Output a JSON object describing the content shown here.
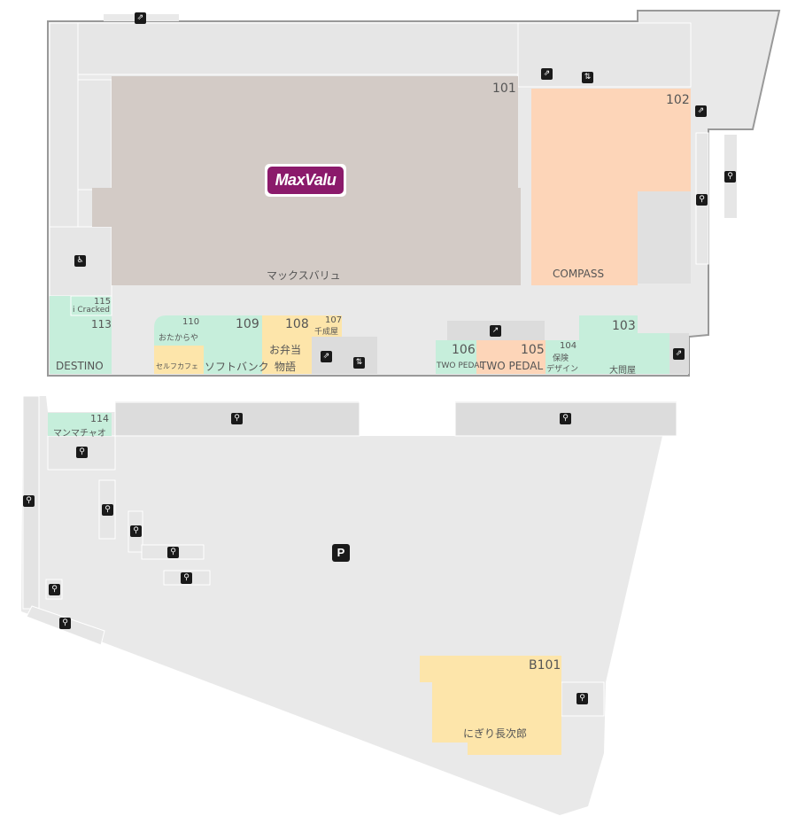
{
  "shops": {
    "s101": {
      "number": "101",
      "name": "マックスバリュ",
      "logo": "MaxValu"
    },
    "s102": {
      "number": "102",
      "name": "COMPASS"
    },
    "s103": {
      "number": "103",
      "name": "大問屋"
    },
    "s104": {
      "number": "104",
      "name_line1": "保険",
      "name_line2": "デザイン"
    },
    "s105": {
      "number": "105",
      "name": "TWO PEDAL"
    },
    "s106": {
      "number": "106",
      "name": "TWO PEDAL"
    },
    "s107": {
      "number": "107",
      "name": "千成屋"
    },
    "s108": {
      "number": "108",
      "name_line1": "お弁当",
      "name_line2": "物語"
    },
    "s109": {
      "number": "109",
      "name": "ソフトバンク"
    },
    "s110": {
      "number": "110",
      "name": "おたからや"
    },
    "cafe": {
      "name": "セルフカフェ"
    },
    "s113": {
      "number": "113",
      "name": "DESTINO"
    },
    "s114": {
      "number": "114",
      "name": "マンマチャオ"
    },
    "s115": {
      "number": "115",
      "name": "i Cracked"
    },
    "b101": {
      "number": "B101",
      "name": "にぎり長次郎"
    }
  },
  "parking": {
    "label": "P"
  },
  "colors": {
    "building": "#e9e9e9",
    "outline": "#999999",
    "supermarket": "#d3cbc6",
    "orange": "#fdd5b8",
    "green": "#c6eedb",
    "yellow": "#fde5aa",
    "icon": "#1a1a1a"
  }
}
